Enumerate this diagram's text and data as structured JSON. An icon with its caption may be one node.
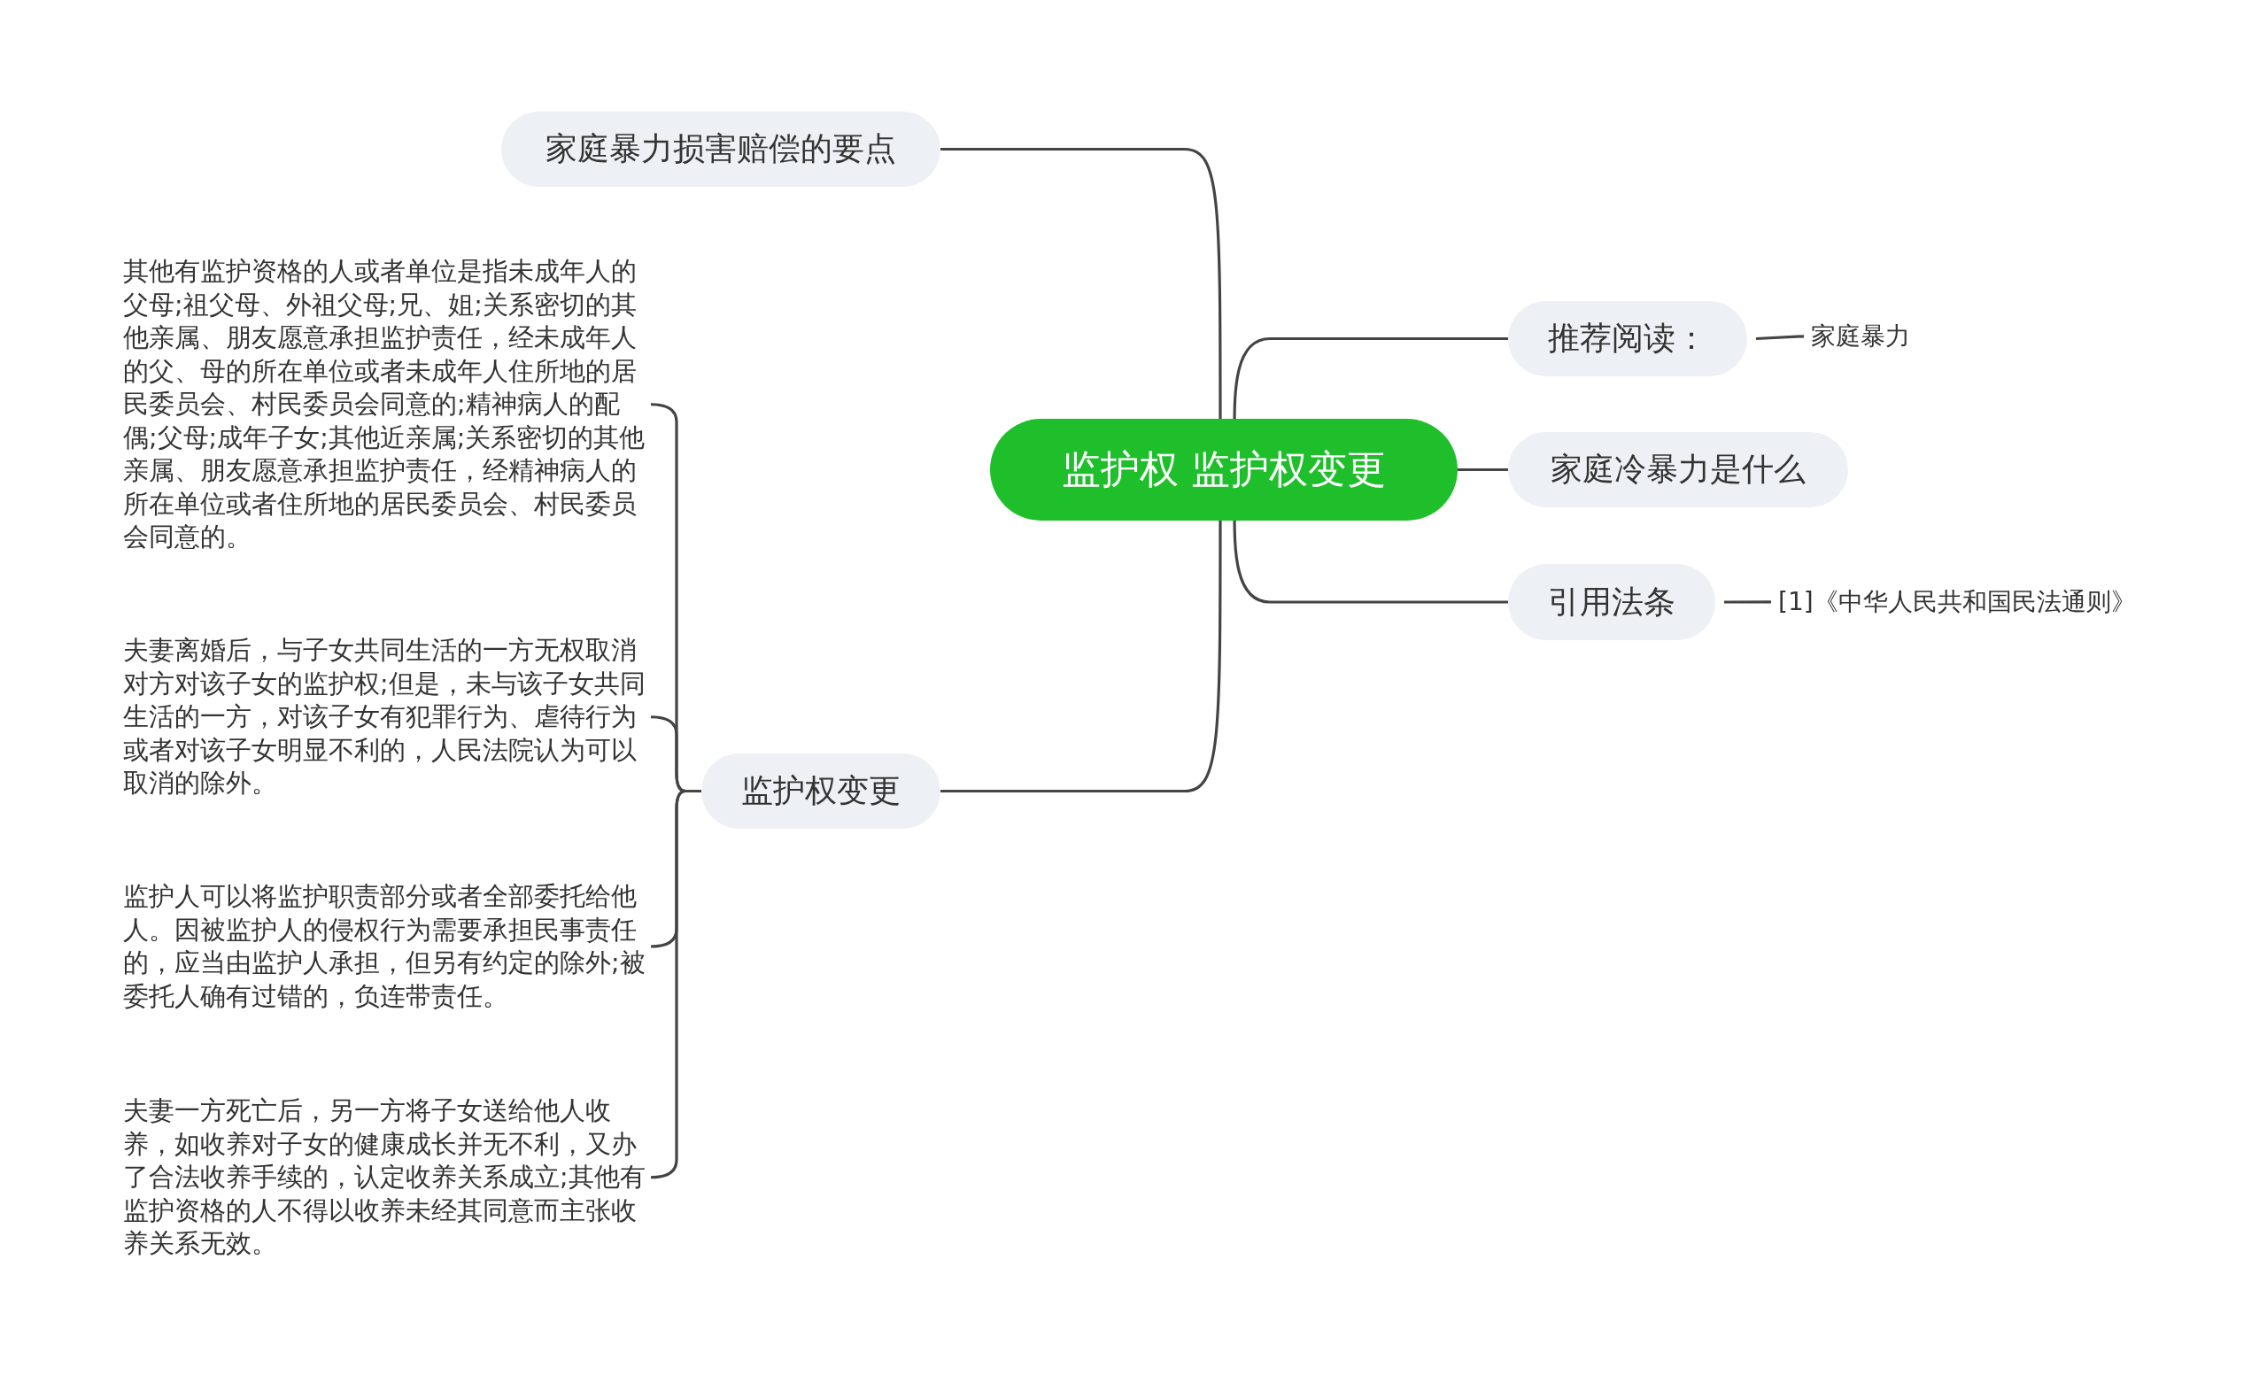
{
  "diagram": {
    "nodes": [
      {
        "text": [
          "监护权 监护权变更"
        ]
      },
      {
        "text": [
          "家庭暴力损害赔偿的要点"
        ]
      },
      {
        "text": [
          "推荐阅读："
        ]
      },
      {
        "text": [
          "家庭暴力"
        ]
      },
      {
        "text": [
          "家庭冷暴力是什么"
        ]
      },
      {
        "text": [
          "引用法条"
        ]
      },
      {
        "text": [
          "[1]《中华人民共和国民法通则》"
        ]
      },
      {
        "text": [
          "监护权变更"
        ]
      },
      {
        "text": [
          "其他有监护资格的人或者单位是指未成年人的父母;祖父母、外祖父母;兄、姐;关系密切的其他亲属、朋友愿意承担监护责任，经未成年人的父、母的所在单位或者未成年人住所地的居民委员会、村民委员会同意的;精神病人的配偶;父母;成年子女;其他近亲属;关系密切的其他亲属、朋友愿意承担监护责任，经精神病人的所在单位或者住所地的居民委员会、村民委员会同意的。"
        ]
      },
      {
        "text": [
          "夫妻离婚后，与子女共同生活的一方无权取消对方对该子女的监护权;但是，未与该子女共同生活的一方，对该子女有犯罪行为、虐待行为或者对该子女明显不利的，人民法院认为可以取消的除外。"
        ]
      },
      {
        "text": [
          "监护人可以将监护职责部分或者全部委托给他人。因被监护人的侵权行为需要承担民事责任的，应当由监护人承担，但另有约定的除外;被委托人确有过错的，负连带责任。"
        ]
      },
      {
        "text": [
          "夫妻一方死亡后，另一方将子女送给他人收养，如收养对子女的健康成长并无不利，又办了合法收养手续的，认定收养关系成立;其他有监护资格的人不得以收养未经其同意而主张收养关系无效。"
        ]
      }
    ],
    "edges": [
      {
        "from": 0,
        "to": 1,
        "arrow": "none"
      },
      {
        "from": 0,
        "to": 2,
        "arrow": "none"
      },
      {
        "from": 2,
        "to": 3,
        "arrow": "none"
      },
      {
        "from": 0,
        "to": 4,
        "arrow": "none"
      },
      {
        "from": 0,
        "to": 5,
        "arrow": "none"
      },
      {
        "from": 5,
        "to": 6,
        "arrow": "none"
      },
      {
        "from": 0,
        "to": 7,
        "arrow": "none"
      },
      {
        "from": 7,
        "to": 8,
        "arrow": "none"
      },
      {
        "from": 7,
        "to": 9,
        "arrow": "none"
      },
      {
        "from": 7,
        "to": 10,
        "arrow": "none"
      },
      {
        "from": 7,
        "to": 11,
        "arrow": "none"
      }
    ]
  }
}
